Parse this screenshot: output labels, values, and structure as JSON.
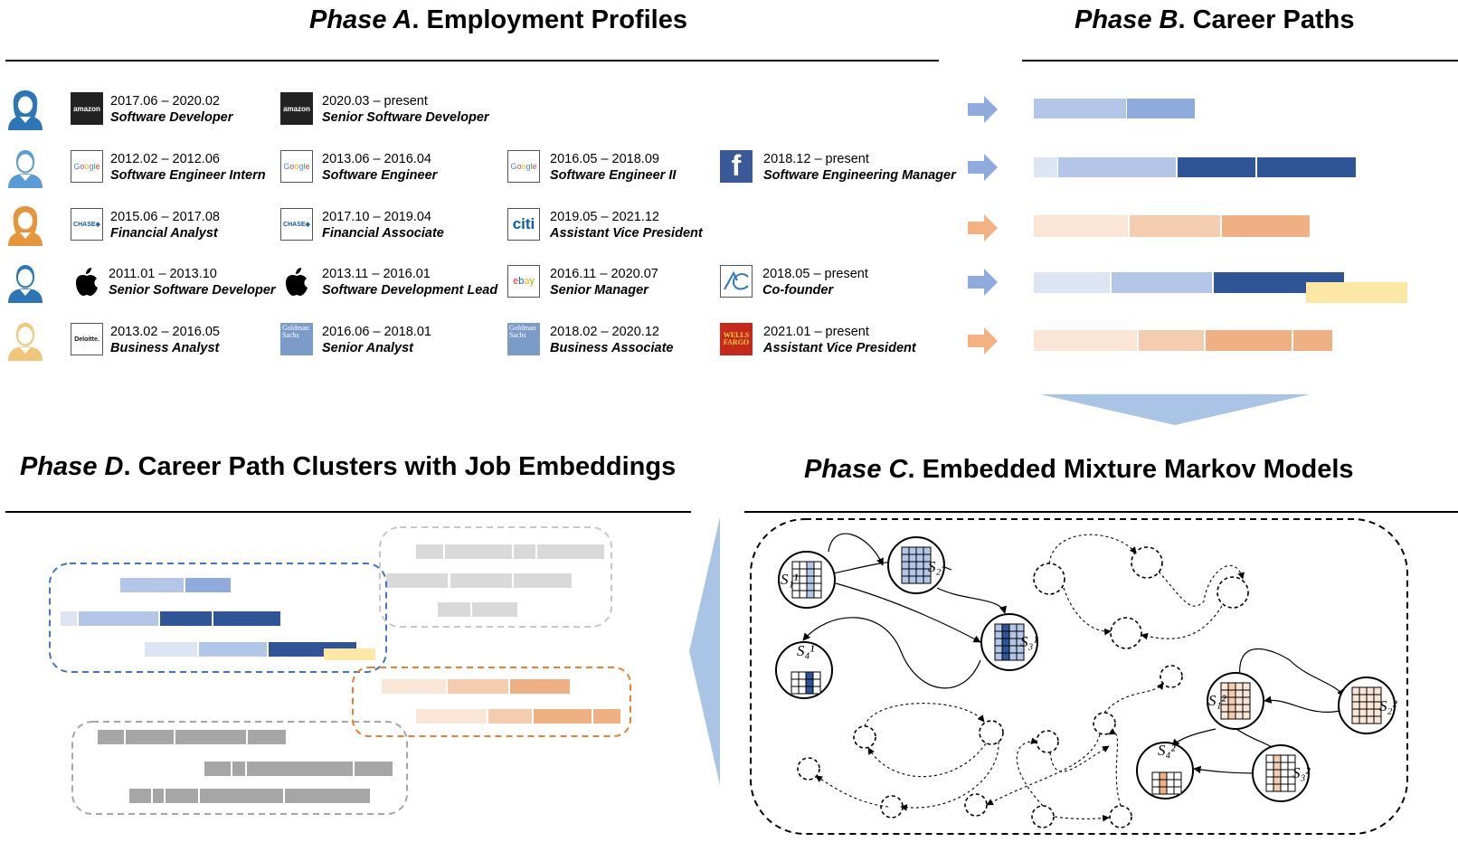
{
  "titles": {
    "phase_a": {
      "italic": "Phase A",
      "rest": ". Employment Profiles"
    },
    "phase_b": {
      "italic": "Phase B",
      "rest": ". Career Paths"
    },
    "phase_c": {
      "italic": "Phase C",
      "rest": ". Embedded Mixture Markov Models"
    },
    "phase_d": {
      "italic": "Phase D",
      "rest": ". Career Path Clusters with Job Embeddings"
    }
  },
  "colors": {
    "blue_light": "#dde5f4",
    "blue_mid": "#b4c6e7",
    "blue_med": "#8faadc",
    "blue_dark": "#2f5597",
    "orange_light": "#fbe5d6",
    "orange_mid": "#f4cdb0",
    "orange_dark": "#efb084",
    "yellow": "#fce8a4",
    "gray_light": "#d9d9d9",
    "gray_dark": "#a6a6a6",
    "arrow_blue": "#8faadc",
    "arrow_orange": "#f4b183"
  },
  "profiles": [
    {
      "avatar": {
        "icon": "female-person-icon",
        "color": "#2e75b6"
      },
      "jobs": [
        {
          "logo": "amazon-logo",
          "logo_text": "amazon",
          "date": "2017.06 – 2020.02",
          "title": "Software Developer"
        },
        {
          "logo": "amazon-logo",
          "logo_text": "amazon",
          "date": "2020.03 – present",
          "title": "Senior Software Developer"
        }
      ]
    },
    {
      "avatar": {
        "icon": "male-person-icon",
        "color": "#5b9bd5"
      },
      "jobs": [
        {
          "logo": "google-logo",
          "logo_text": "Google",
          "date": "2012.02 – 2012.06",
          "title": "Software Engineer Intern"
        },
        {
          "logo": "google-logo",
          "logo_text": "Google",
          "date": "2013.06 – 2016.04",
          "title": "Software Engineer"
        },
        {
          "logo": "google-logo",
          "logo_text": "Google",
          "date": "2016.05 – 2018.09",
          "title": "Software Engineer II"
        },
        {
          "logo": "facebook-logo",
          "logo_text": "f",
          "date": "2018.12 – present",
          "title": "Software Engineering Manager"
        }
      ]
    },
    {
      "avatar": {
        "icon": "female-person-icon",
        "color": "#e5963c"
      },
      "jobs": [
        {
          "logo": "chase-logo",
          "logo_text": "CHASE",
          "date": "2015.06 – 2017.08",
          "title": "Financial Analyst"
        },
        {
          "logo": "chase-logo",
          "logo_text": "CHASE",
          "date": "2017.10 – 2019.04",
          "title": "Financial Associate"
        },
        {
          "logo": "citi-logo",
          "logo_text": "citi",
          "date": "2019.05 – 2021.12",
          "title": "Assistant Vice President"
        }
      ]
    },
    {
      "avatar": {
        "icon": "male-person-icon",
        "color": "#2e75b6"
      },
      "jobs": [
        {
          "logo": "apple-logo",
          "logo_text": "",
          "date": "2011.01 – 2013.10",
          "title": "Senior Software Developer"
        },
        {
          "logo": "apple-logo",
          "logo_text": "",
          "date": "2013.11 – 2016.01",
          "title": "Software Development Lead"
        },
        {
          "logo": "ebay-logo",
          "logo_text": "ebay",
          "date": "2016.11 – 2020.07",
          "title": "Senior Manager"
        },
        {
          "logo": "ac-logo",
          "logo_text": "",
          "date": "2018.05 – present",
          "title": "Co-founder"
        }
      ]
    },
    {
      "avatar": {
        "icon": "male-person-icon",
        "color": "#f2c67a"
      },
      "jobs": [
        {
          "logo": "deloitte-logo",
          "logo_text": "Deloitte.",
          "date": "2013.02 – 2016.05",
          "title": "Business Analyst"
        },
        {
          "logo": "goldman-sachs-logo",
          "logo_text": "Goldman Sachs",
          "date": "2016.06 – 2018.01",
          "title": "Senior Analyst"
        },
        {
          "logo": "goldman-sachs-logo",
          "logo_text": "Goldman Sachs",
          "date": "2018.02 – 2020.12",
          "title": "Business Associate"
        },
        {
          "logo": "wells-fargo-logo",
          "logo_text": "WELLS FARGO",
          "date": "2021.01 – present",
          "title": "Assistant Vice President"
        }
      ]
    }
  ],
  "markov": {
    "blue_states": [
      "S₁¹",
      "S₂¹",
      "S₃¹",
      "S₄¹"
    ],
    "orange_states": [
      "S₁²",
      "S₂²",
      "S₃²",
      "S₄²"
    ]
  }
}
